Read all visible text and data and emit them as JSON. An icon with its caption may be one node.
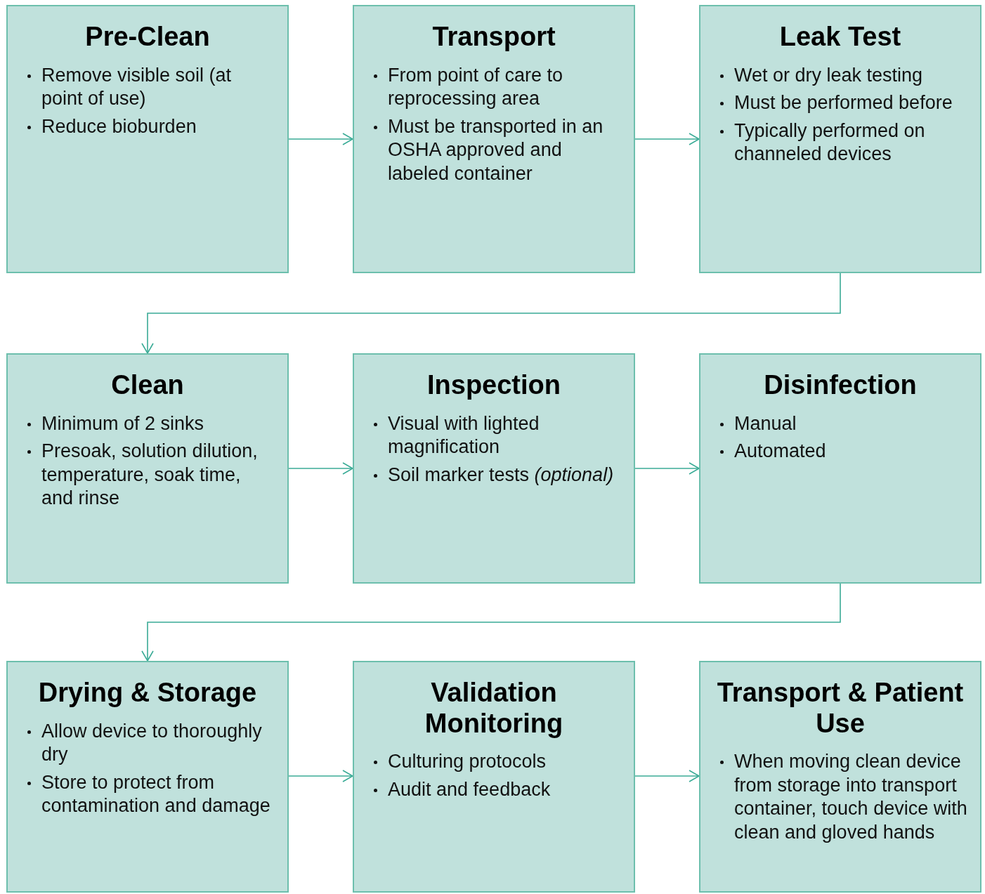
{
  "diagram": {
    "nodes": [
      {
        "text": [
          "Pre-Clean",
          "Remove visible soil (at point of use)",
          "Reduce bioburden"
        ]
      },
      {
        "text": [
          "Transport",
          "From point of care to reprocessing area",
          "Must be transported in an OSHA approved and labeled container"
        ]
      },
      {
        "text": [
          "Leak Test",
          "Wet or dry leak testing",
          "Must be performed before",
          "Typically performed on channeled devices"
        ]
      },
      {
        "text": [
          "Clean",
          "Minimum of 2 sinks",
          "Presoak, solution dilution, temperature, soak time, and rinse"
        ]
      },
      {
        "text": [
          "Inspection",
          "Visual with lighted magnification",
          "Soil marker tests *(optional)*"
        ]
      },
      {
        "text": [
          "Disinfection",
          "Manual",
          "Automated"
        ]
      },
      {
        "text": [
          "Drying & Storage",
          "Allow device to thoroughly dry",
          "Store to protect from contamination and damage"
        ]
      },
      {
        "text": [
          "Validation Monitoring",
          "Culturing protocols",
          "Audit and feedback"
        ]
      },
      {
        "text": [
          "Transport & Patient Use",
          "When moving clean device from storage into transport container, touch device with clean and gloved hands"
        ]
      }
    ],
    "edges": [
      {
        "from": 0,
        "to": 1,
        "arrow": "to"
      },
      {
        "from": 1,
        "to": 2,
        "arrow": "to"
      },
      {
        "from": 2,
        "to": 3,
        "arrow": "to"
      },
      {
        "from": 3,
        "to": 4,
        "arrow": "to"
      },
      {
        "from": 4,
        "to": 5,
        "arrow": "to"
      },
      {
        "from": 5,
        "to": 6,
        "arrow": "to"
      },
      {
        "from": 6,
        "to": 7,
        "arrow": "to"
      },
      {
        "from": 7,
        "to": 8,
        "arrow": "to"
      }
    ]
  }
}
